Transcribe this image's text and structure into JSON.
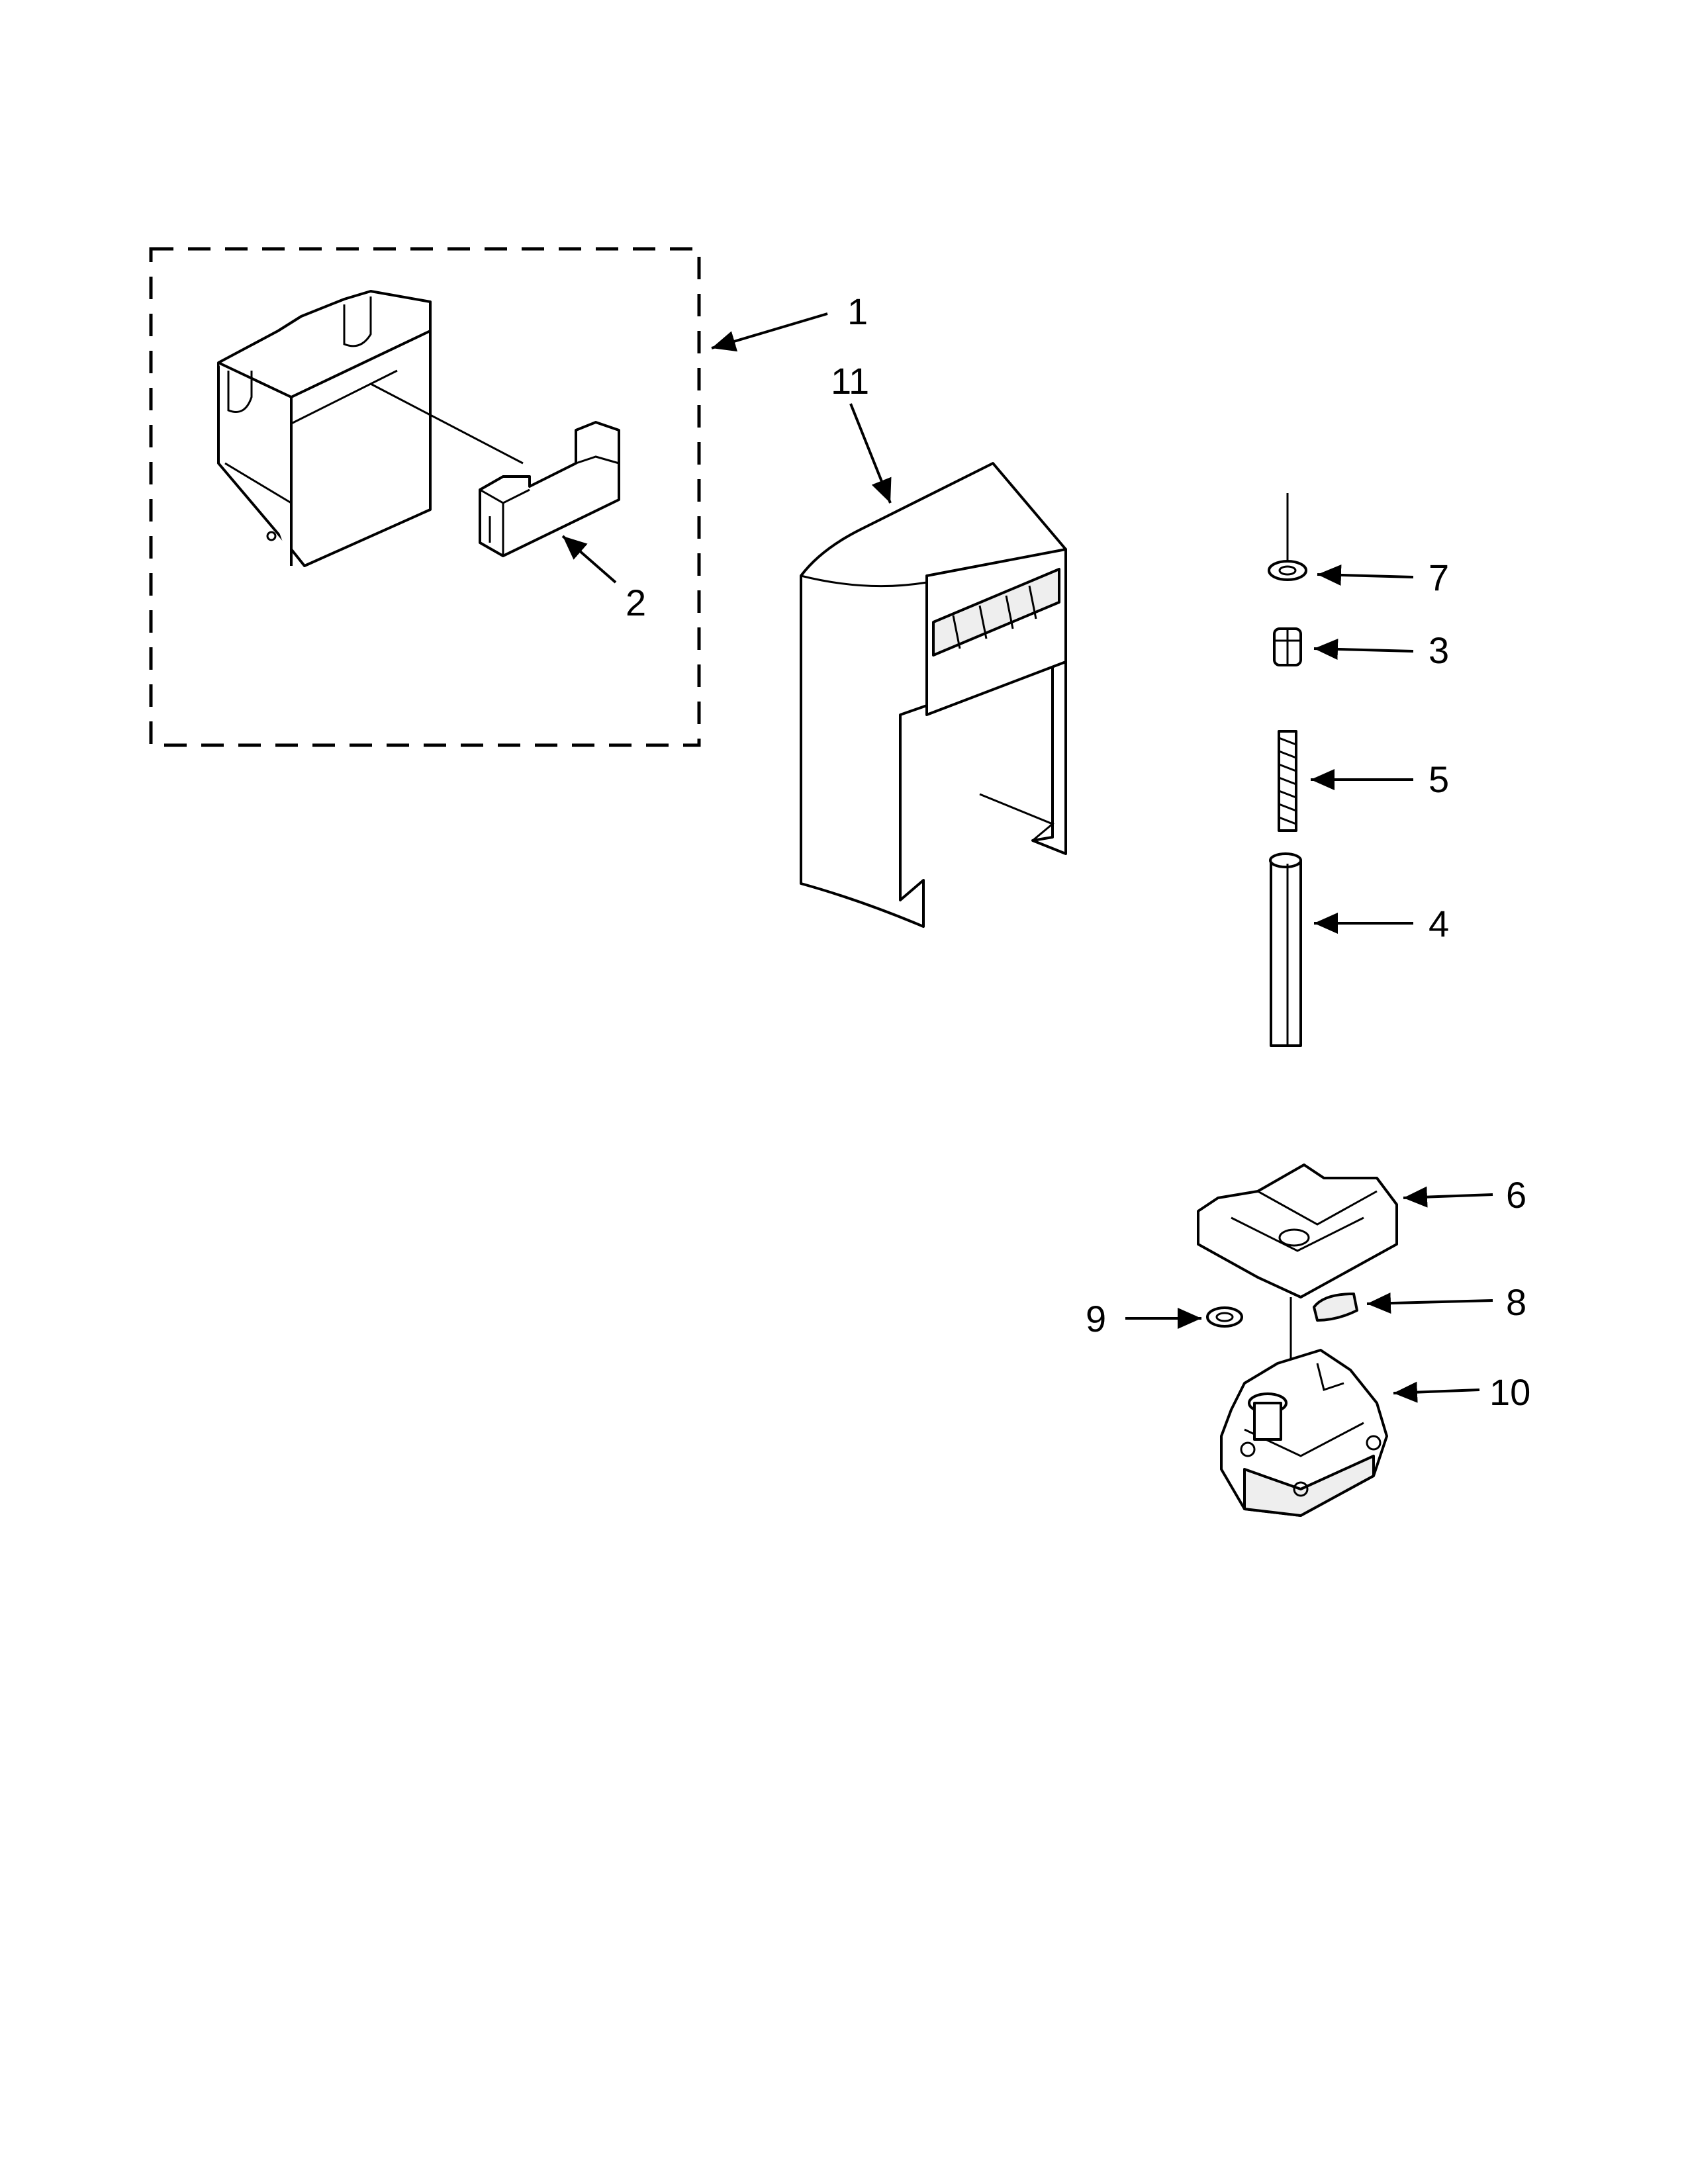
{
  "callouts": [
    {
      "id": "1",
      "label": "1"
    },
    {
      "id": "2",
      "label": "2"
    },
    {
      "id": "3",
      "label": "3"
    },
    {
      "id": "4",
      "label": "4"
    },
    {
      "id": "5",
      "label": "5"
    },
    {
      "id": "6",
      "label": "6"
    },
    {
      "id": "7",
      "label": "7"
    },
    {
      "id": "8",
      "label": "8"
    },
    {
      "id": "9",
      "label": "9"
    },
    {
      "id": "10",
      "label": "10"
    },
    {
      "id": "11",
      "label": "11"
    }
  ],
  "colors": {
    "line": "#000000",
    "background": "#ffffff",
    "shade": "#eeeeee"
  }
}
